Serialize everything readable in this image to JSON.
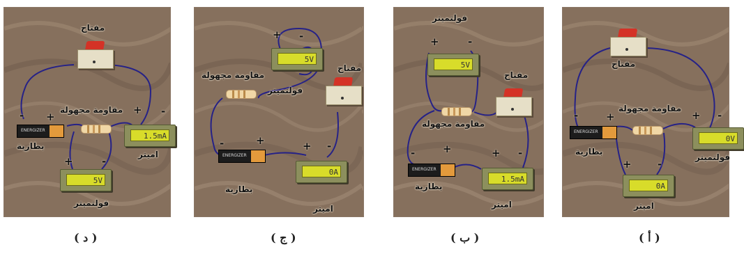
{
  "labels": {
    "switch": "مفتاح",
    "resistor": "مقاومة مجهولة",
    "voltmeter": "فولتميتر",
    "ammeter": "اميتر",
    "battery": "بطارية",
    "battery_brand": "ENERGIZER",
    "plus": "+",
    "minus": "-"
  },
  "readings": {
    "d_ammeter": "1.5mA",
    "d_voltmeter": "5V",
    "c_voltmeter": "5V",
    "c_ammeter": "0A",
    "b_voltmeter": "5V",
    "b_ammeter": "1.5mA",
    "a_voltmeter": "0V",
    "a_ammeter": "0A"
  },
  "captions": [
    "( د )",
    "( ج )",
    "( ب )",
    "( أ )"
  ],
  "colors": {
    "wire": "#262287",
    "background": "#86705d"
  }
}
